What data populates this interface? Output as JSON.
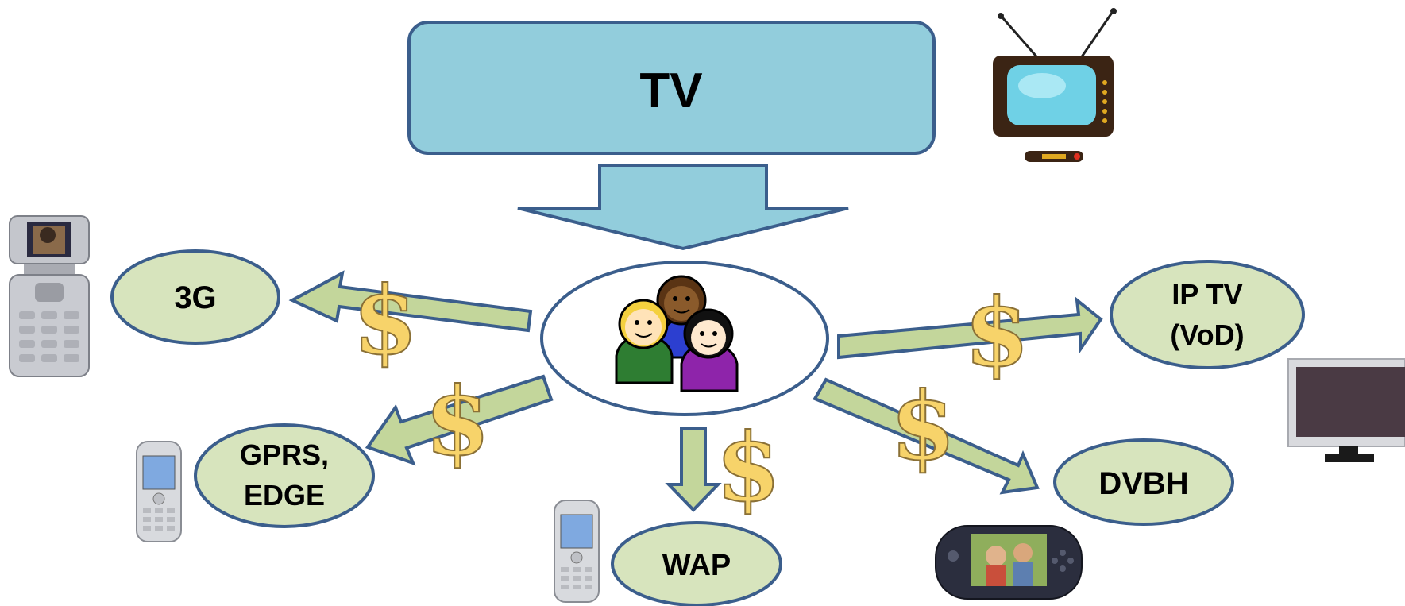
{
  "source": {
    "label": "TV"
  },
  "hub": {
    "label": ""
  },
  "nodes": [
    {
      "id": "3g",
      "label_lines": [
        "3G"
      ]
    },
    {
      "id": "gprs-edge",
      "label_lines": [
        "GPRS,",
        "EDGE"
      ]
    },
    {
      "id": "wap",
      "label_lines": [
        "WAP"
      ]
    },
    {
      "id": "ip-tv",
      "label_lines": [
        "IP TV",
        "(VoD)"
      ]
    },
    {
      "id": "dvbh",
      "label_lines": [
        "DVBH"
      ]
    }
  ],
  "edges": [
    {
      "from": "source",
      "to": "hub"
    },
    {
      "from": "hub",
      "to": "3g",
      "marker": "$"
    },
    {
      "from": "hub",
      "to": "gprs-edge",
      "marker": "$"
    },
    {
      "from": "hub",
      "to": "wap",
      "marker": "$"
    },
    {
      "from": "hub",
      "to": "ip-tv",
      "marker": "$"
    },
    {
      "from": "hub",
      "to": "dvbh",
      "marker": "$"
    }
  ],
  "colors": {
    "source_fill": "#92cddc",
    "node_fill": "#d7e4bd",
    "arrow_fill": "#c3d69b",
    "outline": "#3b5e8c",
    "dollar": "#f7d36a"
  },
  "devices": [
    {
      "name": "tv-set-icon"
    },
    {
      "name": "flip-phone-icon"
    },
    {
      "name": "mobile-phone-icon"
    },
    {
      "name": "mobile-phone-icon"
    },
    {
      "name": "handheld-console-icon"
    },
    {
      "name": "flat-monitor-icon"
    }
  ]
}
